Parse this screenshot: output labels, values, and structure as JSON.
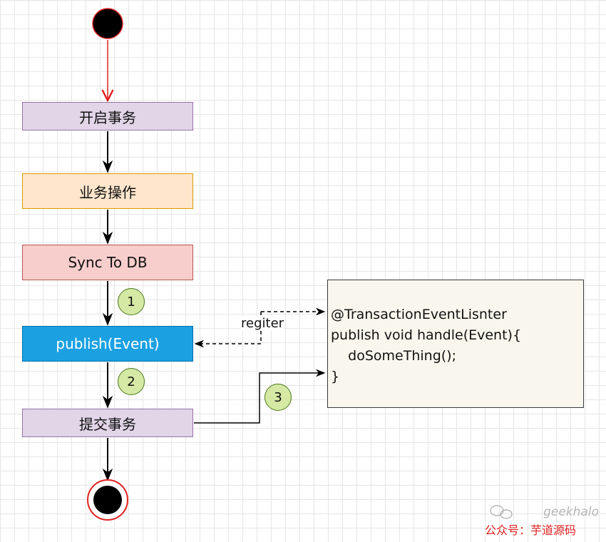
{
  "steps": {
    "start_tx": "开启事务",
    "biz_op": "业务操作",
    "sync_db": "Sync To DB",
    "publish": "publish(Event)",
    "commit_tx": "提交事务"
  },
  "badges": {
    "one": "1",
    "two": "2",
    "three": "3"
  },
  "edge_labels": {
    "register": "regiter"
  },
  "listener_code": {
    "line1": "@TransactionEventLisnter",
    "line2": "publish void handle(Event){",
    "line3": "    doSomeThing();",
    "line4": "}"
  },
  "watermark": {
    "brand": "geekhalo",
    "account": "公众号：芋道源码"
  },
  "colors": {
    "start_arrow": "#e02020",
    "start_node": "#000000",
    "end_ring": "#e02020",
    "publish_fill": "#1ba1e2",
    "badge_fill": "#d5e8a4",
    "listener_fill": "#f9f7ed"
  }
}
